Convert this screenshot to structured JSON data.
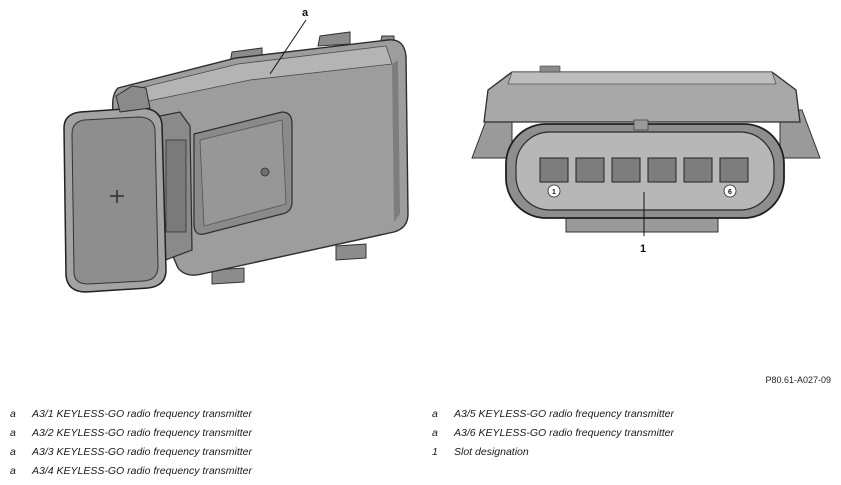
{
  "figure": {
    "callout_a": "a",
    "callout_1": "1",
    "pin_first": "1",
    "pin_last": "6",
    "reference_code": "P80.61-A027-09"
  },
  "legend": {
    "left": [
      {
        "key": "a",
        "text": "A3/1 KEYLESS-GO radio frequency transmitter"
      },
      {
        "key": "a",
        "text": "A3/2 KEYLESS-GO radio frequency transmitter"
      },
      {
        "key": "a",
        "text": "A3/3 KEYLESS-GO radio frequency transmitter"
      },
      {
        "key": "a",
        "text": "A3/4 KEYLESS-GO radio frequency transmitter"
      }
    ],
    "right": [
      {
        "key": "a",
        "text": "A3/5 KEYLESS-GO radio frequency transmitter"
      },
      {
        "key": "a",
        "text": "A3/6 KEYLESS-GO radio frequency transmitter"
      },
      {
        "key": "1",
        "text": "Slot designation"
      }
    ]
  }
}
